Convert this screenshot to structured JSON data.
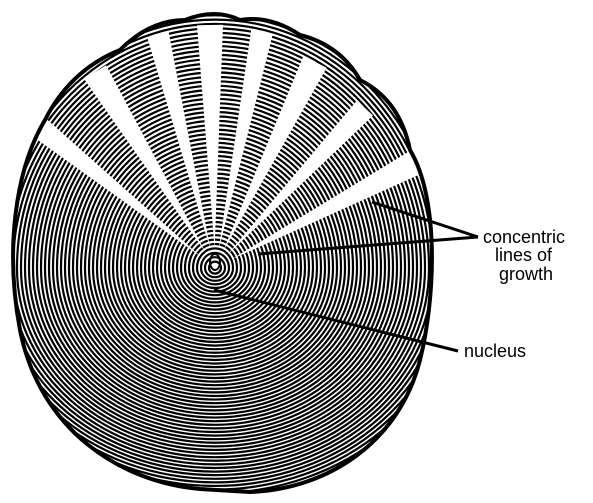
{
  "labels": {
    "growth_line1": "concentric",
    "growth_line2": "lines of",
    "growth_line3": "growth",
    "nucleus": "nucleus"
  },
  "colors": {
    "ink": "#000000",
    "paper": "#ffffff"
  }
}
